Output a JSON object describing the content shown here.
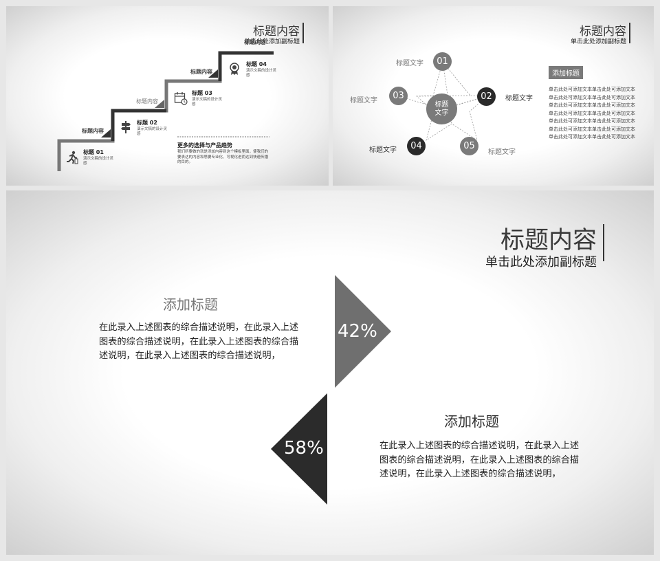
{
  "slide1": {
    "title": "标题内容",
    "subtitle": "单击此处添加副标题",
    "step_labels": [
      "标题内容",
      "标题内容",
      "标题内容",
      "标题内容"
    ],
    "steps": [
      {
        "title": "标题 01",
        "desc": "演示文稿的设计灵感",
        "icon": "runner-icon"
      },
      {
        "title": "标题 02",
        "desc": "演示文稿的设计灵感",
        "icon": "signpost-icon"
      },
      {
        "title": "标题 03",
        "desc": "演示文稿的设计灵感",
        "icon": "calendar-clock-icon"
      },
      {
        "title": "标题 04",
        "desc": "演示文稿的设计灵感",
        "icon": "award-icon"
      }
    ],
    "more_title": "更多的选择与产品趋势",
    "more_text": "我们所要做的就是添加内容到这个模板里面，使我们的要表达的内容和思要专业化、可视化进而达到快速传播的目的。"
  },
  "slide2": {
    "title": "标题内容",
    "subtitle": "单击此处添加副标题",
    "center_label": "标题文字",
    "nodes": [
      {
        "num": "01",
        "label": "标题文字"
      },
      {
        "num": "02",
        "label": "标题文字"
      },
      {
        "num": "03",
        "label": "标题文字"
      },
      {
        "num": "04",
        "label": "标题文字"
      },
      {
        "num": "05",
        "label": "标题文字"
      }
    ],
    "tag": "添加标题",
    "body_lines": [
      "单击此处可添加文本单击此处可添加文本",
      "单击此处可添加文本单击此处可添加文本",
      "单击此处可添加文本单击此处可添加文本",
      "单击此处可添加文本单击此处可添加文本",
      "单击此处可添加文本单击此处可添加文本",
      "单击此处可添加文本单击此处可添加文本",
      "单击此处可添加文本单击此处可添加文本"
    ],
    "colors": {
      "dark": "#2a2a2a",
      "mid": "#7a7a7a"
    }
  },
  "slide3": {
    "title": "标题内容",
    "subtitle": "单击此处添加副标题",
    "block1": {
      "heading": "添加标题",
      "text": "在此录入上述图表的综合描述说明，在此录入上述图表的综合描述说明，在此录入上述图表的综合描述说明，在此录入上述图表的综合描述说明，",
      "percent": "42%"
    },
    "block2": {
      "heading": "添加标题",
      "text": "在此录入上述图表的综合描述说明，在此录入上述图表的综合描述说明，在此录入上述图表的综合描述说明，在此录入上述图表的综合描述说明，",
      "percent": "58%"
    },
    "colors": {
      "triangle_light": "#6f6f6f",
      "triangle_dark": "#2b2b2b"
    }
  }
}
